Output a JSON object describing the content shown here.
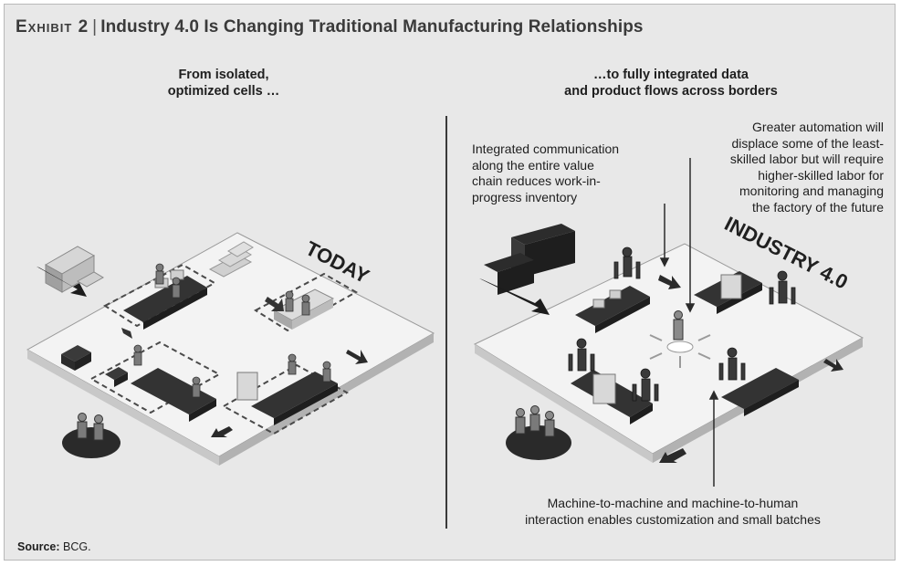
{
  "title": {
    "exhibit": "Exhibit 2",
    "separator": "|",
    "text": "Industry 4.0 Is Changing Traditional Manufacturing Relationships"
  },
  "left_panel": {
    "subtitle_line1": "From isolated,",
    "subtitle_line2": "optimized cells …",
    "floor_label": "TODAY"
  },
  "right_panel": {
    "subtitle_line1": "…to fully integrated data",
    "subtitle_line2": "and product flows across borders",
    "floor_label": "INDUSTRY 4.0"
  },
  "annotations": {
    "integrated": [
      "Integrated communication",
      "along the entire value",
      "chain reduces work-in-",
      "progress inventory"
    ],
    "automation": [
      "Greater automation will",
      "displace some of the least-",
      "skilled labor but will require",
      "higher-skilled labor for",
      "monitoring and managing",
      "the factory of the future"
    ],
    "interaction": [
      "Machine-to-machine and machine-to-human",
      "interaction enables customization and small batches"
    ]
  },
  "source": {
    "label": "Source:",
    "value": "BCG."
  },
  "colors": {
    "panel_bg": "#e8e8e8",
    "floor": "#f3f3f3",
    "floor_side": "#c8c8c8",
    "dark": "#2b2b2b",
    "text": "#1e1e1e"
  }
}
